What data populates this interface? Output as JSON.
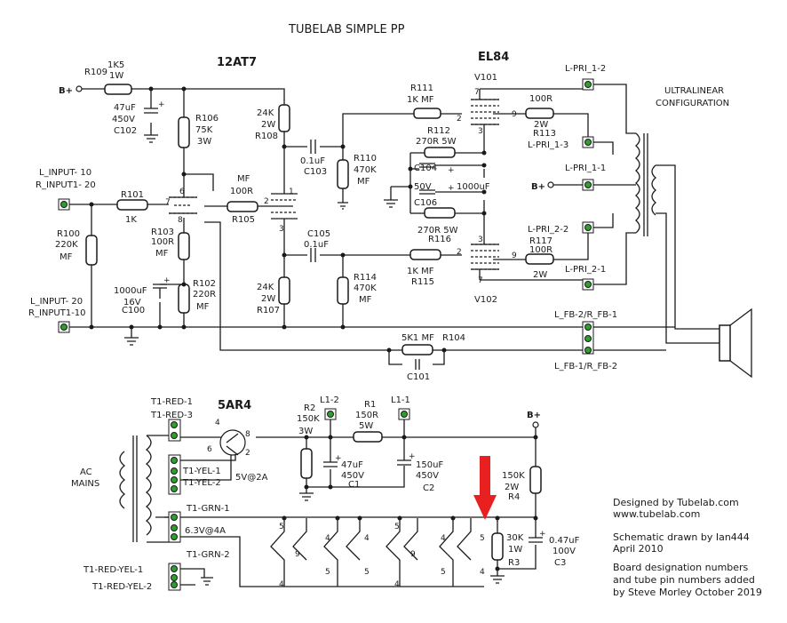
{
  "title": "TUBELAB SIMPLE PP",
  "tubes": {
    "preamp": "12AT7",
    "power": "EL84",
    "rect": "5AR4",
    "v101": "V101",
    "v102": "V102"
  },
  "ultralinear": [
    "ULTRALINEAR",
    "CONFIGURATION"
  ],
  "bplus": "B+",
  "resistors": {
    "r109": [
      "R109",
      "1K5",
      "1W"
    ],
    "r106": [
      "R106",
      "75K",
      "3W"
    ],
    "r108": [
      "24K",
      "2W",
      "R108"
    ],
    "r101": [
      "R101",
      "1K"
    ],
    "r105": [
      "MF",
      "100R",
      "R105"
    ],
    "r100": [
      "R100",
      "220K",
      "MF"
    ],
    "r103": [
      "R103",
      "100R",
      "MF"
    ],
    "r102": [
      "R102",
      "220R",
      "MF"
    ],
    "r107": [
      "24K",
      "2W",
      "R107"
    ],
    "r110": [
      "R110",
      "470K",
      "MF"
    ],
    "r114": [
      "R114",
      "470K",
      "MF"
    ],
    "r111": [
      "R111",
      "1K  MF"
    ],
    "r115": [
      "1K  MF",
      "R115"
    ],
    "r112": [
      "R112",
      "270R  5W"
    ],
    "r116": [
      "270R  5W",
      "R116"
    ],
    "r113": [
      "100R",
      "2W",
      "R113"
    ],
    "r117": [
      "R117",
      "100R",
      "2W"
    ],
    "r104": [
      "5K1  MF",
      "R104"
    ],
    "r2": [
      "R2",
      "150K",
      "3W"
    ],
    "r1": [
      "R1",
      "150R",
      "5W"
    ],
    "r4": [
      "150K",
      "2W",
      "R4"
    ],
    "r3": [
      "30K",
      "1W",
      "R3"
    ]
  },
  "capacitors": {
    "c102": [
      "47uF",
      "450V",
      "C102"
    ],
    "c100": [
      "1000uF",
      "16V",
      "C100"
    ],
    "c103": [
      "0.1uF",
      "C103"
    ],
    "c105": [
      "C105",
      "0.1uF"
    ],
    "c104": [
      "C104",
      "50V",
      "1000uF"
    ],
    "c106": [
      "C106"
    ],
    "c101": [
      "C101"
    ],
    "c1": [
      "47uF",
      "450V",
      "C1"
    ],
    "c2": [
      "150uF",
      "450V",
      "C2"
    ],
    "c3": [
      "0.47uF",
      "100V",
      "C3"
    ]
  },
  "connectors": {
    "input1": [
      "L_INPUT- 10",
      "R_INPUT1- 20"
    ],
    "input2": [
      "L_INPUT- 20",
      "R_INPUT1-10"
    ],
    "lpri12": "L-PRI_1-2",
    "lpri13": "L-PRI_1-3",
    "lpri11": "L-PRI_1-1",
    "lpri22": "L-PRI_2-2",
    "lpri21": "L-PRI_2-1",
    "fb2": "L_FB-2/R_FB-1",
    "fb1": "L_FB-1/R_FB-2",
    "l12": "L1-2",
    "l11": "L1-1",
    "t1red1": "T1-RED-1",
    "t1red3": "T1-RED-3",
    "t1yel1": "T1-YEL-1",
    "t1yel2": "T1-YEL-2",
    "t1grn1": "T1-GRN-1",
    "t1grn2": "T1-GRN-2",
    "t1ry1": "T1-RED-YEL-1",
    "t1ry2": "T1-RED-YEL-2"
  },
  "mains": [
    "AC",
    "MAINS"
  ],
  "fivev": "5V@2A",
  "heater": "6.3V@4A",
  "pins": {
    "p7": "7",
    "p6": "6",
    "p8": "8",
    "p1": "1",
    "p2": "2",
    "p3": "3",
    "p9": "9",
    "p4": "4",
    "p5": "5"
  },
  "credits": {
    "designed": [
      "Designed by Tubelab.com",
      "www.tubelab.com"
    ],
    "drawn": [
      "Schematic drawn by Ian444",
      "April 2010"
    ],
    "added": [
      "Board designation numbers",
      "and tube pin numbers added",
      "by Steve Morley  October 2019"
    ]
  },
  "colors": {
    "arrow": "#e82020",
    "pad": "#2f9e2f"
  }
}
